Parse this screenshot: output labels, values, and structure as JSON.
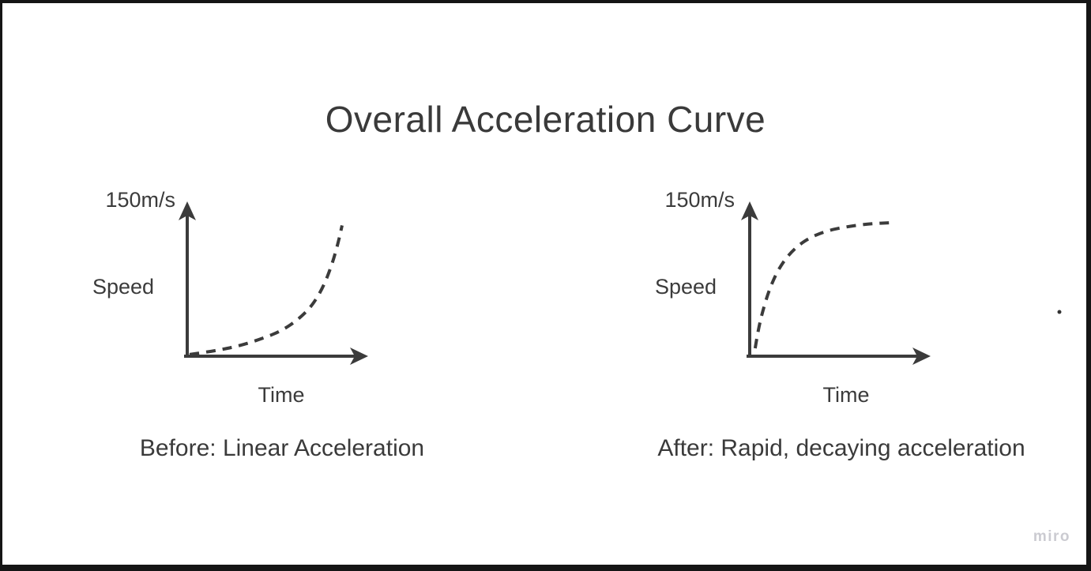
{
  "board": {
    "title": "Overall Acceleration Curve",
    "watermark": "miro",
    "background": "#ffffff",
    "frame_color": "#151515",
    "stroke_color": "#3b3b3b",
    "text_color": "#3a3a3a"
  },
  "charts": [
    {
      "id": "before",
      "y_max_label": "150m/s",
      "y_axis_label": "Speed",
      "x_axis_label": "Time",
      "caption": "Before: Linear Acceleration"
    },
    {
      "id": "after",
      "y_max_label": "150m/s",
      "y_axis_label": "Speed",
      "x_axis_label": "Time",
      "caption": "After: Rapid, decaying acceleration"
    }
  ],
  "chart_data": [
    {
      "type": "line",
      "style": "dashed sketch",
      "title": "Before: Linear Acceleration",
      "xlabel": "Time",
      "ylabel": "Speed",
      "y_axis_annotation": "150m/s",
      "y_unit": "m/s",
      "ylim": [
        0,
        150
      ],
      "xlim_normalized": [
        0,
        1
      ],
      "shape": "exponential growth (slow start, steep finish)",
      "x_normalized": [
        0,
        0.152,
        0.305,
        0.438,
        0.557,
        0.657,
        0.738,
        0.805,
        0.857,
        0.895,
        0.919
      ],
      "speed_values": [
        1,
        5,
        11,
        19,
        28,
        41,
        56,
        77,
        102,
        127,
        147
      ]
    },
    {
      "type": "line",
      "style": "dashed sketch",
      "title": "After: Rapid, decaying acceleration",
      "xlabel": "Time",
      "ylabel": "Speed",
      "y_axis_annotation": "150m/s",
      "y_unit": "m/s",
      "ylim": [
        0,
        150
      ],
      "xlim_normalized": [
        0,
        1
      ],
      "shape": "rapid rise then plateau (decaying acceleration)",
      "x_normalized": [
        0.033,
        0.052,
        0.081,
        0.119,
        0.171,
        0.243,
        0.338,
        0.462,
        0.6,
        0.733,
        0.848
      ],
      "speed_values": [
        8,
        30,
        52,
        75,
        97,
        116,
        131,
        141,
        146,
        149,
        150
      ]
    }
  ]
}
